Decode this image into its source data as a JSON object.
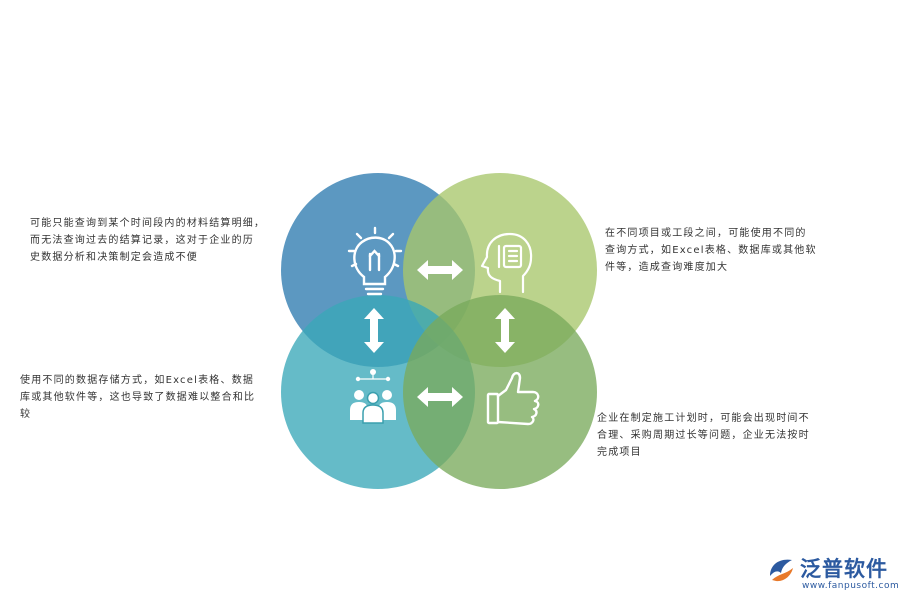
{
  "notes": {
    "top_left": "可能只能查询到某个时间段内的材料结算明细，\n而无法查询过去的结算记录，这对于企业的历\n史数据分析和决策制定会造成不便",
    "top_right": "在不同项目或工段之间，可能使用不同的\n查询方式，如Excel表格、数据库或其他软\n件等，造成查询难度加大",
    "bottom_left": "使用不同的数据存储方式，如Excel表格、数据\n库或其他软件等，这也导致了数据难以整合和比\n较",
    "bottom_right": "企业在制定施工计划时，可能会出现时间不\n合理、采购周期过长等问题，企业无法按时\n完成项目"
  },
  "circles": {
    "top_left": {
      "color": "#2e7bb0",
      "icon": "lightbulb-icon"
    },
    "top_right": {
      "color": "#a8c66c",
      "icon": "head-gear-icon"
    },
    "bottom_left": {
      "color": "#3aa8b8",
      "icon": "team-icon"
    },
    "bottom_right": {
      "color": "#7aab5c",
      "icon": "thumbs-up-icon"
    }
  },
  "arrows_color": "#ffffff",
  "logo": {
    "name": "泛普软件",
    "url": "www.fanpusoft.com",
    "color": "#2c5aa0"
  }
}
